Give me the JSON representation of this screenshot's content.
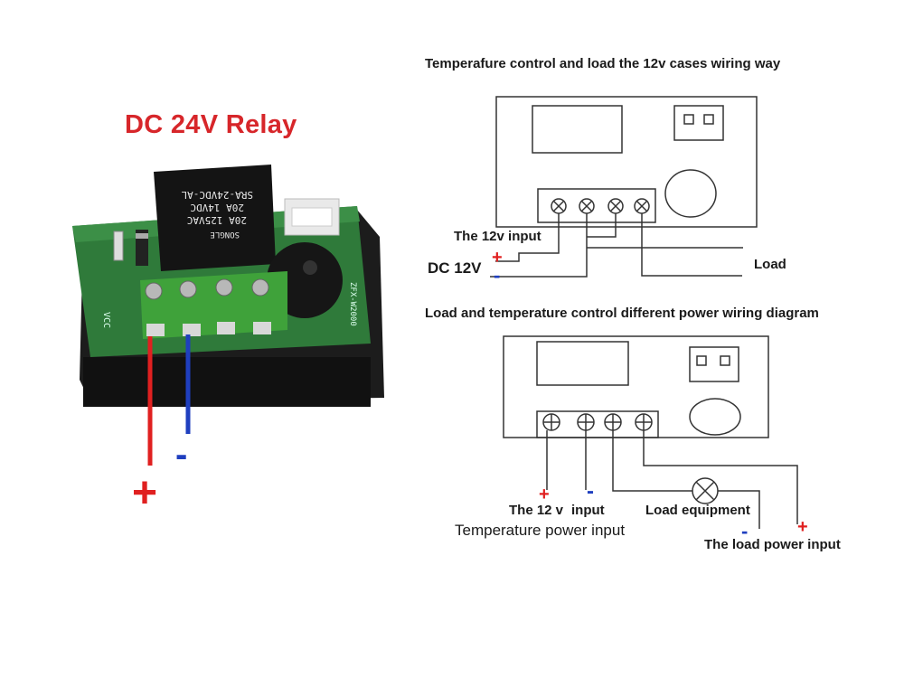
{
  "photo": {
    "title": "DC 24V Relay",
    "relay_lines": [
      "SRA-24VDC-AL",
      "20A 14VDC",
      "20A 125VAC",
      "SONGLE"
    ],
    "board_label_left": "VCC",
    "board_label_right": "ZFX-W2000",
    "plus_sign": "+",
    "minus_sign": "-",
    "colors": {
      "positive": "#e02020",
      "negative": "#1f3fbf",
      "pcb": "#2f7a3a",
      "terminal": "#3fa23a"
    }
  },
  "diagram1": {
    "title": "Temperafure control and load the 12v cases wiring way",
    "input_label": "The 12v  input",
    "dc_label": "DC 12V",
    "plus": "+",
    "minus": "-",
    "load_label": "Load"
  },
  "diagram2": {
    "title": "Load and temperature control different power wiring diagram",
    "input_label_prefix": "The 12 v",
    "input_label_suffix": "input",
    "plus": "+",
    "minus": "-",
    "load_equipment": "Load equipment",
    "temp_power": "Temperature power input",
    "load_power": "The load power input"
  }
}
